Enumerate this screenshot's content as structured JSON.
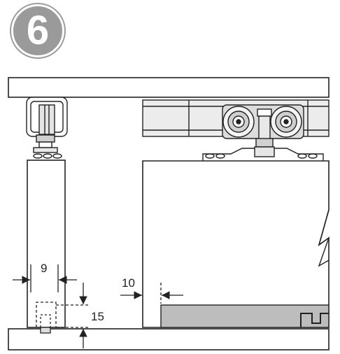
{
  "step": {
    "number": "6"
  },
  "dimensions": {
    "gap_width": "9",
    "wall_offset": "10",
    "floor_height": "15"
  },
  "colors": {
    "line": "#222222",
    "badge": "#9a9a9a",
    "floor_rail": "#bdbdbd"
  }
}
